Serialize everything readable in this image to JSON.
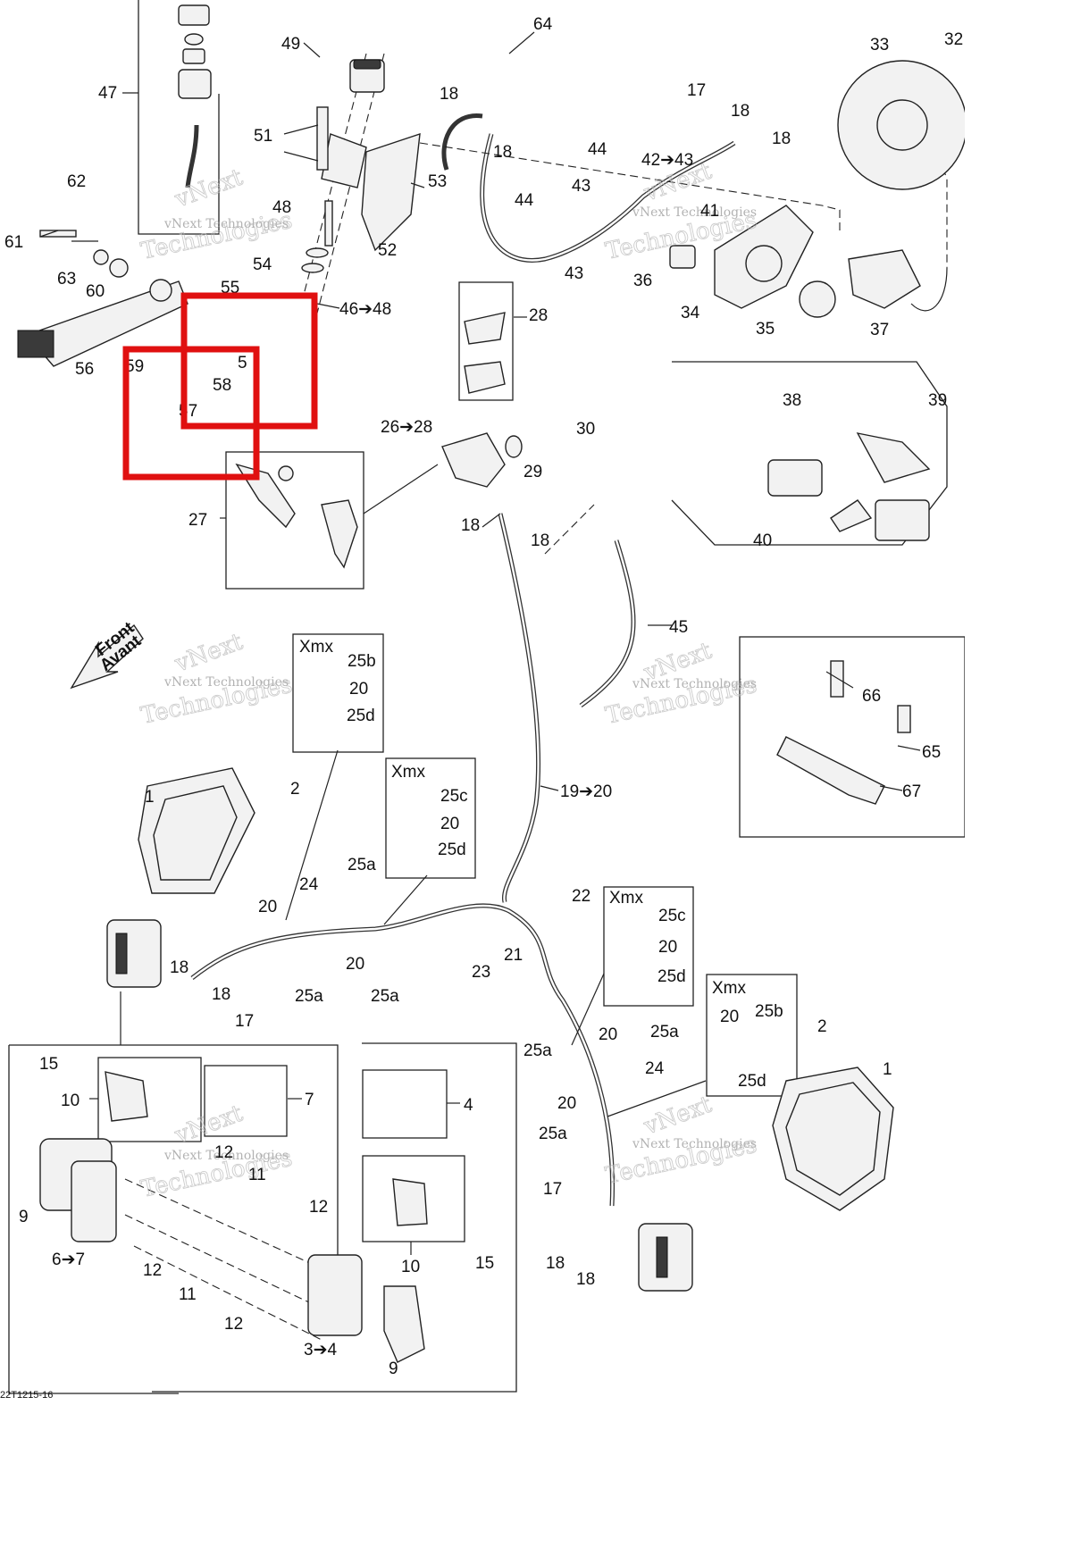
{
  "doc_code": "22T1215-16",
  "watermark": {
    "line1": "vNext",
    "line2": "vNext Technologies",
    "line3": "Technologies"
  },
  "front_arrow": {
    "line1": "Front",
    "line2": "Avant"
  },
  "detail_labels": {
    "xmx1": "Xmx",
    "xmx2": "Xmx",
    "xmx3": "Xmx",
    "xmx4": "Xmx"
  },
  "callouts": {
    "c64": "64",
    "c49": "49",
    "c47": "47",
    "c18a": "18",
    "c18b": "18",
    "c17a": "17",
    "c18c": "18",
    "c18d": "18",
    "c33": "33",
    "c32": "32",
    "c51": "51",
    "c44a": "44",
    "c42": "42➔43",
    "c53": "53",
    "c43a": "43",
    "c62": "62",
    "c48": "48",
    "c44b": "44",
    "c41": "41",
    "c61": "61",
    "c52": "52",
    "c43b": "43",
    "c63": "63",
    "c54": "54",
    "c60": "60",
    "c55": "55",
    "c36": "36",
    "c46": "46➔48",
    "c28": "28",
    "c34": "34",
    "c35": "35",
    "c37": "37",
    "c56": "56",
    "c59": "59",
    "c5": "5",
    "c58": "58",
    "c57": "57",
    "c38": "38",
    "c39": "39",
    "c26": "26➔28",
    "c30": "30",
    "c29": "29",
    "c27": "27",
    "c18e": "18",
    "c18f": "18",
    "c40": "40",
    "c45": "45",
    "c25b1": "25b",
    "c20a": "20",
    "c25d1": "25d",
    "c66": "66",
    "c65": "65",
    "c67": "67",
    "c19": "19➔20",
    "c25c1": "25c",
    "c20b": "20",
    "c25d2": "25d",
    "c1a": "1",
    "c2a": "2",
    "c25a1": "25a",
    "c24a": "24",
    "c22": "22",
    "c25c2": "25c",
    "c20c": "20",
    "c20d": "20",
    "c21": "21",
    "c23": "23",
    "c25d3": "25d",
    "c20e": "20",
    "c25a2": "25a",
    "c25a3": "25a",
    "c18g": "18",
    "c18h": "18",
    "c17b": "17",
    "c20f": "20",
    "c25b2": "25b",
    "c2b": "2",
    "c25a4": "25a",
    "c20g": "20",
    "c25a5": "25a",
    "c24b": "24",
    "c25d4": "25d",
    "c1b": "1",
    "c15a": "15",
    "c10a": "10",
    "c7": "7",
    "c4": "4",
    "c20h": "20",
    "c25a6": "25a",
    "c12a": "12",
    "c11a": "11",
    "c9a": "9",
    "c12b": "12",
    "c67b": "6➔7",
    "c12c": "12",
    "c10b": "10",
    "c15b": "15",
    "c11b": "11",
    "c17c": "17",
    "c18i": "18",
    "c18j": "18",
    "c12d": "12",
    "c34b": "3➔4",
    "c9b": "9"
  },
  "highlight_color": "#e01010"
}
